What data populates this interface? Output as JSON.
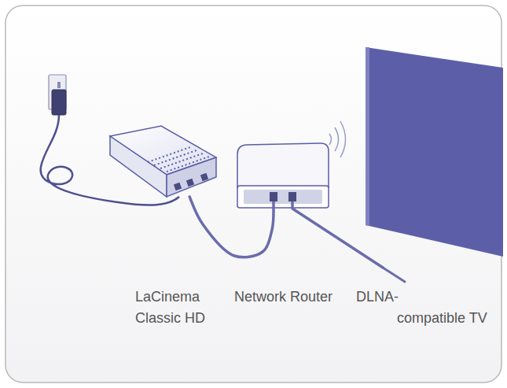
{
  "diagram": {
    "nodes": [
      {
        "text": [
          "LaCinema Classic HD"
        ]
      },
      {
        "text": [
          "Network Router"
        ]
      },
      {
        "text": [
          "DLNA- compatible TV"
        ]
      }
    ],
    "edges": [
      {
        "from": 0,
        "to": 1,
        "arrow": "none"
      },
      {
        "from": 1,
        "to": 2,
        "arrow": "none"
      }
    ]
  }
}
